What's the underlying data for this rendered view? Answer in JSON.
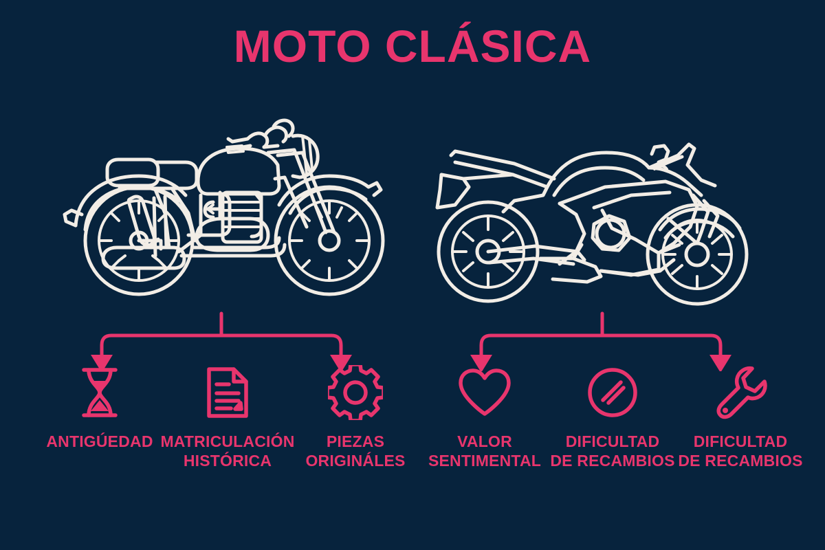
{
  "page": {
    "background_color": "#07233d",
    "accent_color": "#e8356d",
    "line_art_color": "#f2ede6"
  },
  "header": {
    "title": "MOTO CLÁSICA"
  },
  "illustrations": [
    {
      "name": "classic-motorcycle",
      "alt": "Moto clásica"
    },
    {
      "name": "modern-sport-motorcycle",
      "alt": "Moto moderna deportiva"
    }
  ],
  "groups": [
    {
      "id": "left",
      "features": [
        {
          "icon": "hourglass-icon",
          "label": "ANTIGÚEDAD"
        },
        {
          "icon": "document-signature-icon",
          "label": "MATRICULACIÓN\nHISTÓRICA"
        },
        {
          "icon": "gear-icon",
          "label": "PIEZAS\nORIGINÁLES"
        }
      ]
    },
    {
      "id": "right",
      "features": [
        {
          "icon": "heart-icon",
          "label": "VALOR\nSENTIMENTAL"
        },
        {
          "icon": "circle-slashes-icon",
          "label": "DIFICULTAD\nDE RECAMBIOS"
        },
        {
          "icon": "wrench-icon",
          "label": "DIFICULTAD\nDE RECAMBIOS"
        }
      ]
    }
  ]
}
